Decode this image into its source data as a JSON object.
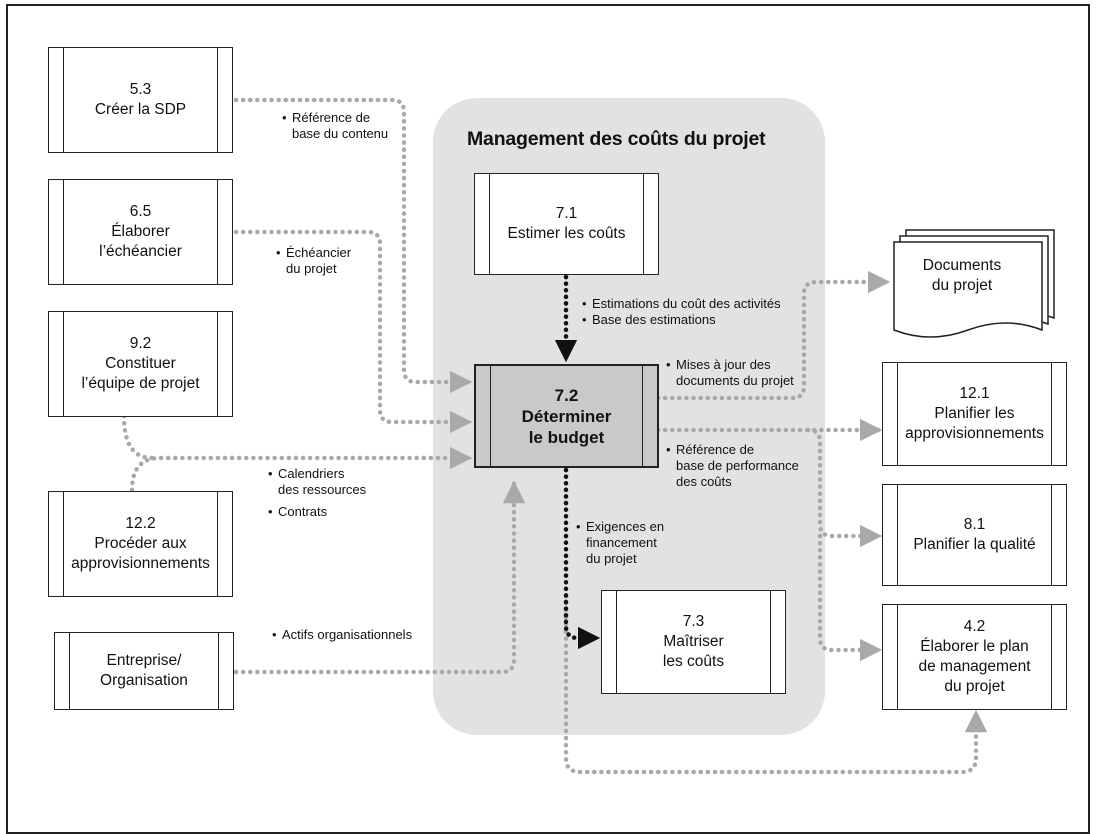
{
  "diagram": {
    "group_title": "Management des coûts du projet",
    "processes": {
      "p53": [
        "5.3",
        "Créer la SDP"
      ],
      "p65": [
        "6.5",
        "Élaborer",
        "l’échéancier"
      ],
      "p92": [
        "9.2",
        "Constituer",
        "l’équipe de projet"
      ],
      "p122": [
        "12.2",
        "Procéder aux",
        "approvisionnements"
      ],
      "ent": [
        "Entreprise/",
        "Organisation"
      ],
      "p71": [
        "7.1",
        "Estimer les coûts"
      ],
      "p72": [
        "7.2",
        "Déterminer",
        "le budget"
      ],
      "p73": [
        "7.3",
        "Maîtriser",
        "les coûts"
      ],
      "p121": [
        "12.1",
        "Planifier les",
        "approvisionnements"
      ],
      "p81": [
        "8.1",
        "Planifier la qualité"
      ],
      "p42": [
        "4.2",
        "Élaborer le plan",
        "de management",
        "du projet"
      ]
    },
    "documents": [
      "Documents",
      "du projet"
    ],
    "labels": {
      "ref_contenu": [
        "Référence de",
        "base du contenu"
      ],
      "echeancier": [
        "Échéancier",
        "du projet"
      ],
      "ressources": [
        "Calendriers",
        "des ressources"
      ],
      "contrats": "Contrats",
      "actifs": "Actifs organisationnels",
      "estimations": "Estimations du coût des activités",
      "base_estimations": "Base des estimations",
      "mises_a_jour": [
        "Mises à jour des",
        "documents du projet"
      ],
      "ref_performance": [
        "Référence de",
        "base de performance",
        "des coûts"
      ],
      "financement": [
        "Exigences en",
        "financement",
        "du projet"
      ]
    },
    "colors": {
      "dotted_gray": "#a9a9a9",
      "dotted_black": "#111111",
      "panel": "#e2e2e2",
      "main_process_fill": "#c9c9c9"
    }
  }
}
